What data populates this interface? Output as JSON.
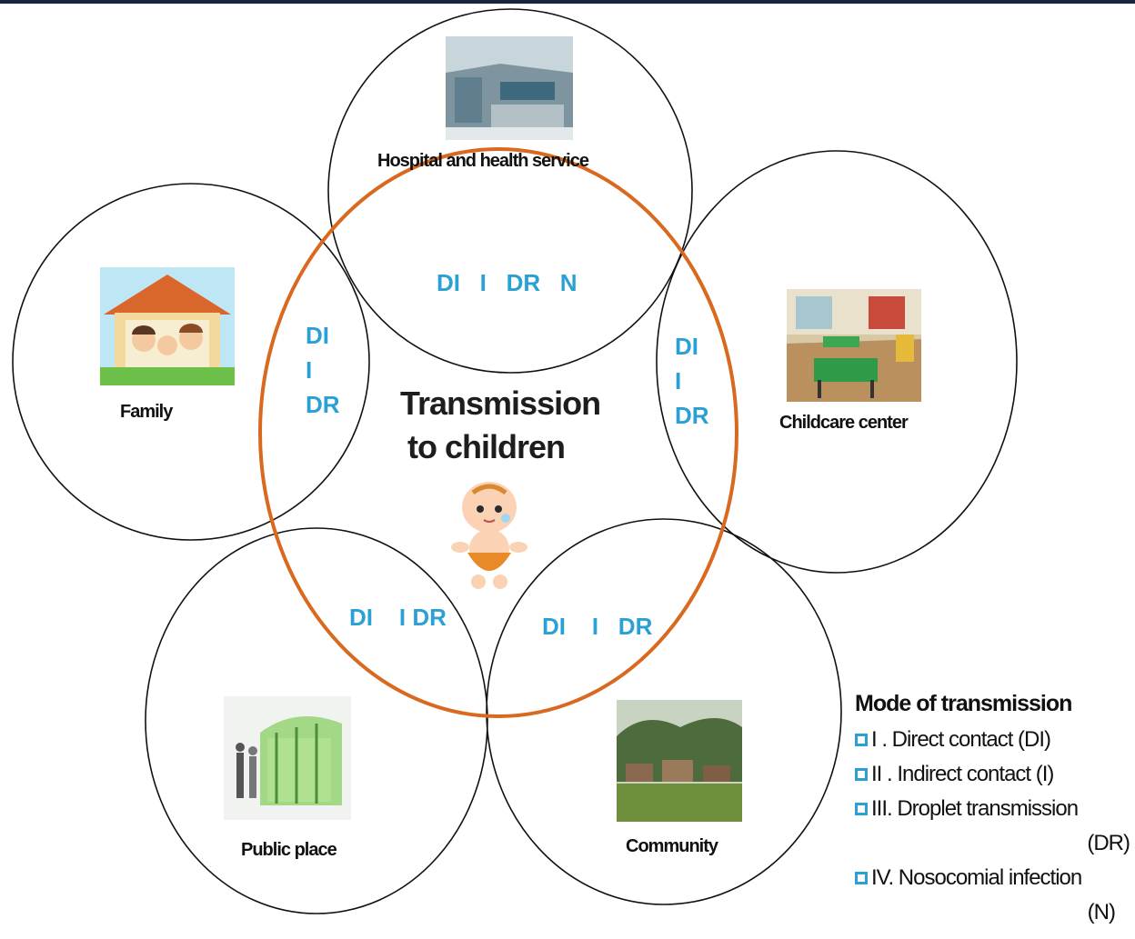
{
  "center": {
    "title_line1": "Transmission",
    "title_line2": "to children"
  },
  "settings": [
    {
      "id": "hospital",
      "label": "Hospital and health service",
      "icon": "hospital-photo",
      "codes": "DI   I   DR   N"
    },
    {
      "id": "family",
      "label": "Family",
      "icon": "family-house-illustration",
      "codes": [
        "DI",
        "I",
        "DR"
      ]
    },
    {
      "id": "childcare",
      "label": "Childcare center",
      "icon": "classroom-photo",
      "codes": [
        "DI",
        "I",
        "DR"
      ]
    },
    {
      "id": "public",
      "label": "Public place",
      "icon": "bus-shelter-illustration",
      "codes": "DI    I DR"
    },
    {
      "id": "community",
      "label": "Community",
      "icon": "village-photo",
      "codes": "DI    I   DR"
    }
  ],
  "legend": {
    "title": "Mode of transmission",
    "items": [
      {
        "text": "I . Direct  contact (DI)",
        "sub": ""
      },
      {
        "text": "II . Indirect contact (I)",
        "sub": ""
      },
      {
        "text": "III. Droplet transmission",
        "sub": "(DR)"
      },
      {
        "text": "IV. Nosocomial infection",
        "sub": "(N)"
      }
    ]
  },
  "colors": {
    "center_ring": "#d9691f",
    "code_text": "#2aa0d4",
    "ring": "#111111",
    "top_bar": "#1a2340"
  }
}
